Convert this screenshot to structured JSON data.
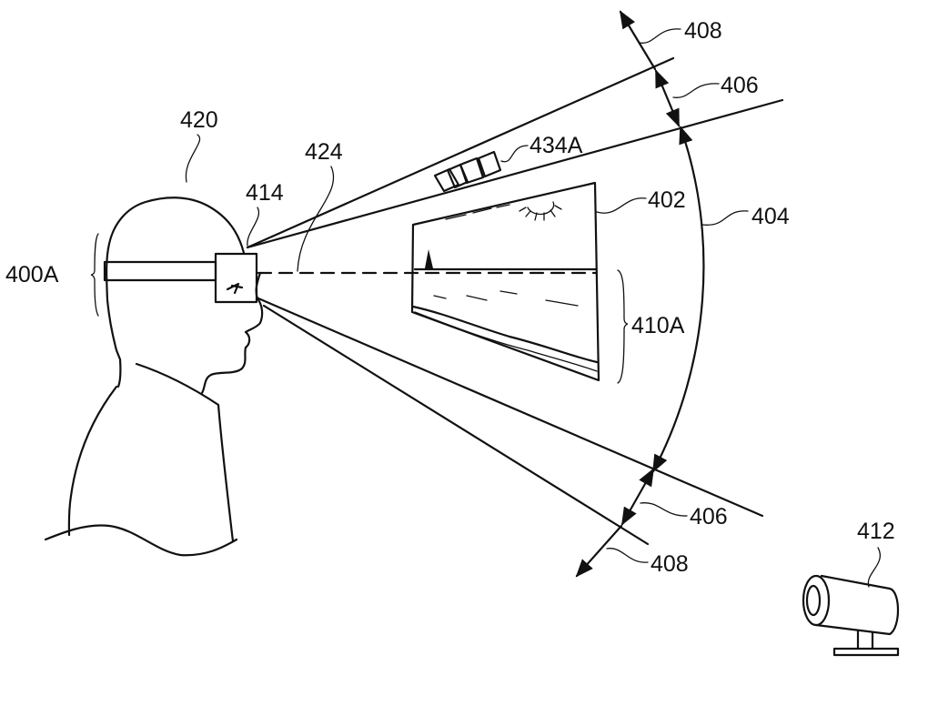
{
  "figure": {
    "description": "Patent drawing: user wearing head-mounted display viewing virtual screen within field of view, with camera",
    "labels": {
      "user": "420",
      "hmd_device": "400A",
      "eye_sensor": "414",
      "gaze_line": "424",
      "ui_icons": "434A",
      "virtual_screen": "402",
      "field_of_view": "404",
      "peripheral_zone": "406",
      "outer_zone": "408",
      "screen_content": "410A",
      "camera": "412"
    },
    "colors": {
      "ink": "#111111",
      "background": "#ffffff"
    }
  }
}
